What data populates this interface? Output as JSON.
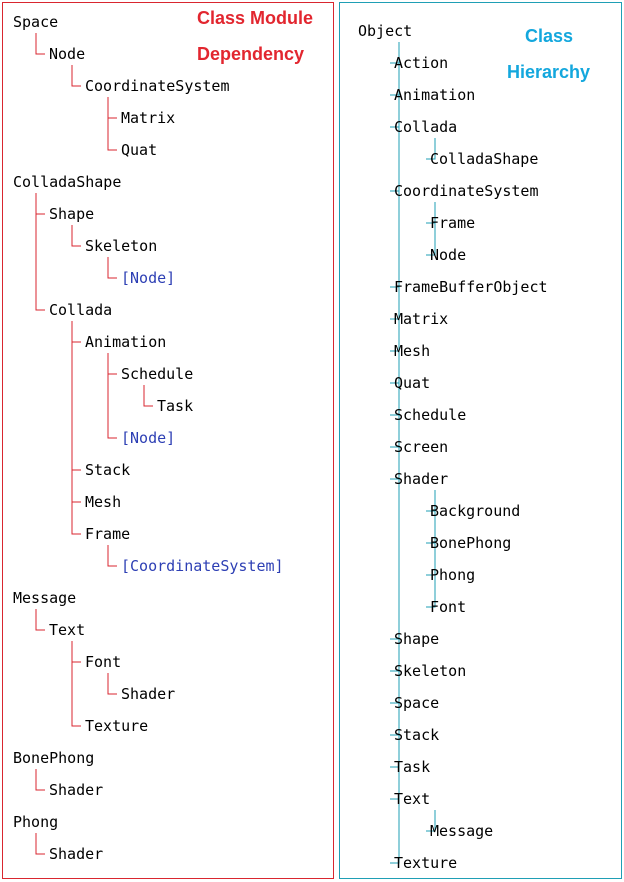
{
  "colors": {
    "dependency_line": "#d9262f",
    "hierarchy_line": "#1f9fb5",
    "reference_text": "#2d3fb4"
  },
  "dependency": {
    "title_line1": "Class Module",
    "title_line2": "Dependency",
    "nodes": [
      {
        "label": "Space",
        "depth": 0
      },
      {
        "label": "Node",
        "depth": 1
      },
      {
        "label": "CoordinateSystem",
        "depth": 2
      },
      {
        "label": "Matrix",
        "depth": 3
      },
      {
        "label": "Quat",
        "depth": 3
      },
      {
        "label": "ColladaShape",
        "depth": 0
      },
      {
        "label": "Shape",
        "depth": 1
      },
      {
        "label": "Skeleton",
        "depth": 2
      },
      {
        "label": "[Node]",
        "depth": 3,
        "ref": true
      },
      {
        "label": "Collada",
        "depth": 1
      },
      {
        "label": "Animation",
        "depth": 2
      },
      {
        "label": "Schedule",
        "depth": 3
      },
      {
        "label": "Task",
        "depth": 4
      },
      {
        "label": "[Node]",
        "depth": 3,
        "ref": true
      },
      {
        "label": "Stack",
        "depth": 2
      },
      {
        "label": "Mesh",
        "depth": 2
      },
      {
        "label": "Frame",
        "depth": 2
      },
      {
        "label": "[CoordinateSystem]",
        "depth": 3,
        "ref": true
      },
      {
        "label": "Message",
        "depth": 0
      },
      {
        "label": "Text",
        "depth": 1
      },
      {
        "label": "Font",
        "depth": 2
      },
      {
        "label": "Shader",
        "depth": 3
      },
      {
        "label": "Texture",
        "depth": 2
      },
      {
        "label": "BonePhong",
        "depth": 0
      },
      {
        "label": "Shader",
        "depth": 1
      },
      {
        "label": "Phong",
        "depth": 0
      },
      {
        "label": "Shader",
        "depth": 1
      }
    ]
  },
  "hierarchy": {
    "title_line1": "Class",
    "title_line2": "Hierarchy",
    "nodes": [
      {
        "label": "Object",
        "depth": 0
      },
      {
        "label": "Action",
        "depth": 1
      },
      {
        "label": "Animation",
        "depth": 1
      },
      {
        "label": "Collada",
        "depth": 1
      },
      {
        "label": "ColladaShape",
        "depth": 2
      },
      {
        "label": "CoordinateSystem",
        "depth": 1
      },
      {
        "label": "Frame",
        "depth": 2
      },
      {
        "label": "Node",
        "depth": 2
      },
      {
        "label": "FrameBufferObject",
        "depth": 1
      },
      {
        "label": "Matrix",
        "depth": 1
      },
      {
        "label": "Mesh",
        "depth": 1
      },
      {
        "label": "Quat",
        "depth": 1
      },
      {
        "label": "Schedule",
        "depth": 1
      },
      {
        "label": "Screen",
        "depth": 1
      },
      {
        "label": "Shader",
        "depth": 1
      },
      {
        "label": "Background",
        "depth": 2
      },
      {
        "label": "BonePhong",
        "depth": 2
      },
      {
        "label": "Phong",
        "depth": 2
      },
      {
        "label": "Font",
        "depth": 2
      },
      {
        "label": "Shape",
        "depth": 1
      },
      {
        "label": "Skeleton",
        "depth": 1
      },
      {
        "label": "Space",
        "depth": 1
      },
      {
        "label": "Stack",
        "depth": 1
      },
      {
        "label": "Task",
        "depth": 1
      },
      {
        "label": "Text",
        "depth": 1
      },
      {
        "label": "Message",
        "depth": 2
      },
      {
        "label": "Texture",
        "depth": 1
      }
    ]
  }
}
